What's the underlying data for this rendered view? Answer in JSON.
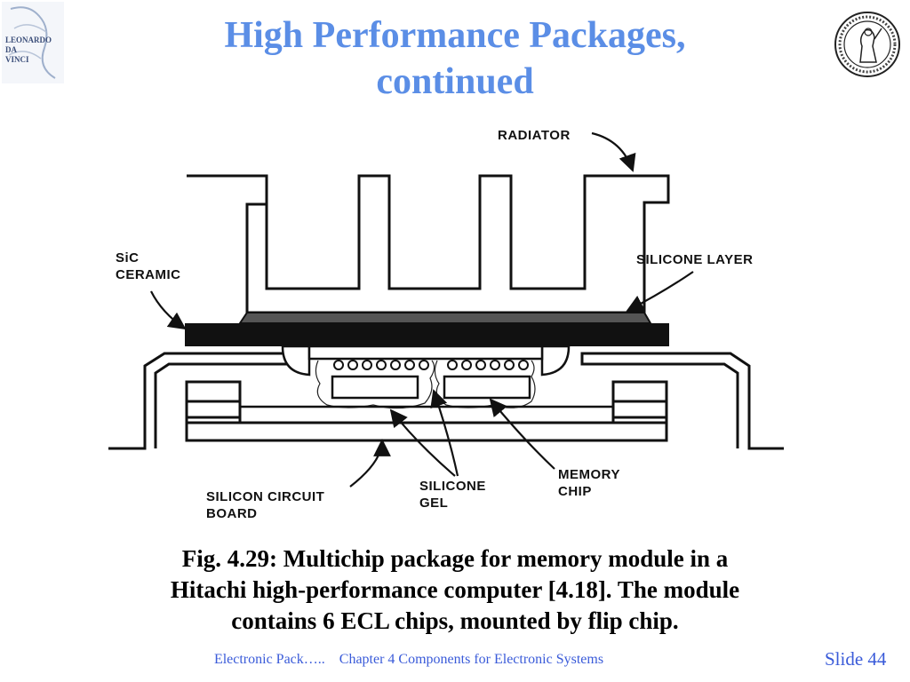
{
  "slide": {
    "title_line1": "High Performance Packages,",
    "title_line2": "continued",
    "caption_line1": "Fig. 4.29: Multichip package for memory module in a",
    "caption_line2": "Hitachi high-performance computer [4.18]. The module",
    "caption_line3": "contains 6 ECL chips, mounted by flip chip.",
    "footer_left": "Electronic Pack…..",
    "footer_right": "Chapter 4 Components for Electronic Systems",
    "slide_number": "Slide 44"
  },
  "logos": {
    "left_text1": "LEONARDO",
    "left_text2": "DA",
    "left_text3": "VINCI",
    "right_icon": "university-seal-icon"
  },
  "diagram": {
    "labels": {
      "radiator": "RADIATOR",
      "sic_1": "SiC",
      "sic_2": "CERAMIC",
      "silicone_layer": "SILICONE LAYER",
      "scb_1": "SILICON CIRCUIT",
      "scb_2": "BOARD",
      "gel_1": "SILICONE",
      "gel_2": "GEL",
      "mem_1": "MEMORY",
      "mem_2": "CHIP"
    }
  }
}
